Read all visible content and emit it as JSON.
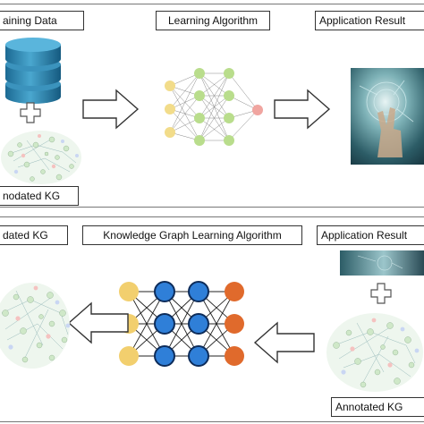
{
  "top_section": {
    "training_data_label": "aining Data",
    "learning_algorithm_label": "Learning Algorithm",
    "application_results_label": "Application Result",
    "annotated_kg_label": "nodated KG"
  },
  "bottom_section": {
    "annotated_kg_label": "dated KG",
    "kg_learning_algorithm_label": "Knowledge Graph Learning Algorithm",
    "application_results_label": "Application Result",
    "annotated_kg_bottom_label": "Annotated KG"
  },
  "colors": {
    "database": "#2a7fa8",
    "arrow_outline": "#333333",
    "nn_top_input": "#f2dc8a",
    "nn_top_hidden": "#b9dd8c",
    "nn_top_output": "#f0a5a0",
    "nn_bottom_input": "#f2cf6e",
    "nn_bottom_hidden": "#2f7fd8",
    "nn_bottom_output": "#e06a2c"
  },
  "icons": [
    "database-icon",
    "plus-icon",
    "knowledge-graph-image",
    "neural-network-icon",
    "application-photo",
    "arrow-right-icon",
    "arrow-left-icon"
  ]
}
